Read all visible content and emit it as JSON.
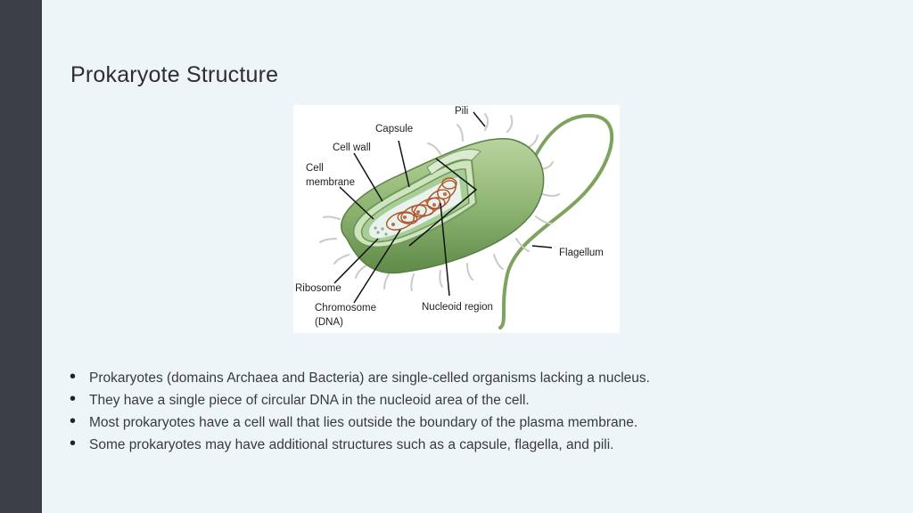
{
  "slide": {
    "title": "Prokaryote Structure"
  },
  "figure": {
    "labels": {
      "pili": "Pili",
      "capsule": "Capsule",
      "cell_wall": "Cell wall",
      "cell_membrane_1": "Cell",
      "cell_membrane_2": "membrane",
      "flagellum": "Flagellum",
      "ribosome": "Ribosome",
      "chromosome_1": "Chromosome",
      "chromosome_2": "(DNA)",
      "nucleoid": "Nucleoid region"
    },
    "colors": {
      "capsule": "#8fb573",
      "cell_wall": "#cfe3bf",
      "membrane": "#6f9a5a",
      "cytoplasm": "#e8f3ee",
      "dna": "#b0532a"
    }
  },
  "bullets": [
    "Prokaryotes (domains Archaea and Bacteria) are single-celled organisms lacking a nucleus.",
    "They have a single piece of circular DNA in the nucleoid area of the cell.",
    "Most prokaryotes have a cell wall that lies outside the boundary of the plasma membrane.",
    "Some prokaryotes may have additional structures such as a capsule, flagella, and pili."
  ]
}
